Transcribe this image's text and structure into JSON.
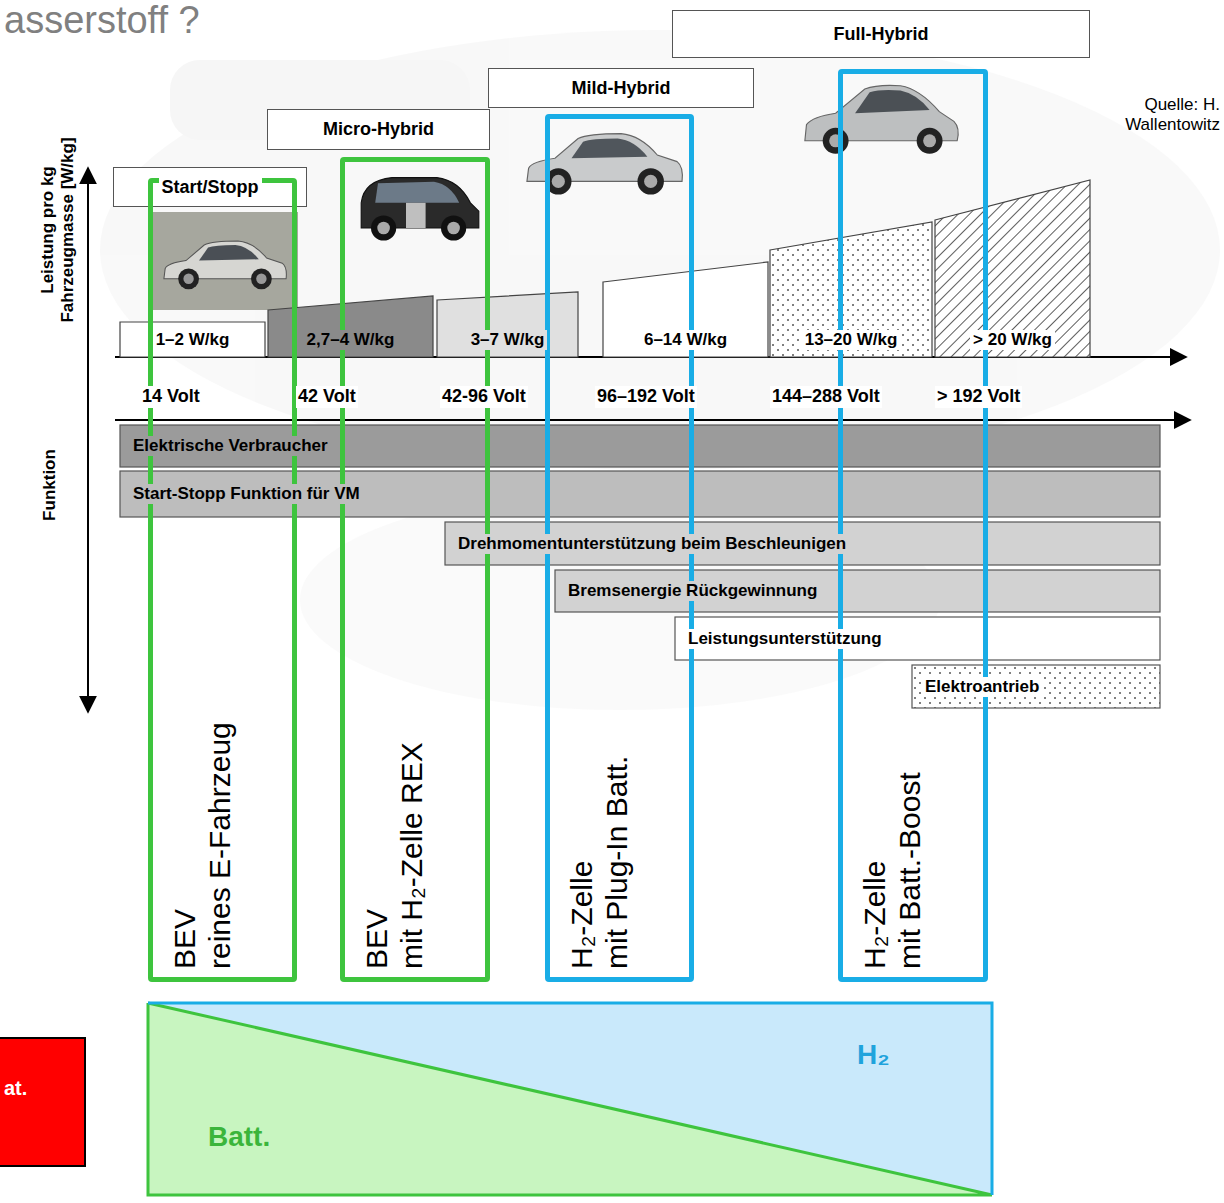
{
  "diagram": {
    "title": "asserstoff ?",
    "nodes": [
      {
        "text": [
          "Start/Stopp"
        ]
      },
      {
        "text": [
          "Micro-Hybrid"
        ]
      },
      {
        "text": [
          "Mild-Hybrid"
        ]
      },
      {
        "text": [
          "Full-Hybrid"
        ]
      },
      {
        "text": [
          "1–2 W/kg"
        ]
      },
      {
        "text": [
          "2,7–4 W/kg"
        ]
      },
      {
        "text": [
          "3–7 W/kg"
        ]
      },
      {
        "text": [
          "6–14 W/kg"
        ]
      },
      {
        "text": [
          "13–20 W/kg"
        ]
      },
      {
        "text": [
          "> 20 W/kg"
        ]
      },
      {
        "text": [
          "Elektrische Verbraucher"
        ]
      },
      {
        "text": [
          "Start-Stopp Funktion für VM"
        ]
      },
      {
        "text": [
          "Drehmomentunterstützung beim Beschleunigen"
        ]
      },
      {
        "text": [
          "Bremsenergie Rückgewinnung"
        ]
      },
      {
        "text": [
          "Leistungsunterstützung"
        ]
      },
      {
        "text": [
          "Elektroantrieb"
        ]
      },
      {
        "text": [
          "BEV",
          "reines E-Fahrzeug"
        ]
      },
      {
        "text": [
          "BEV",
          "mit H₂-Zelle REX"
        ]
      },
      {
        "text": [
          "H₂-Zelle",
          "mit Plug-In Batt."
        ]
      },
      {
        "text": [
          "H₂-Zelle",
          "mit Batt.-Boost"
        ]
      },
      {
        "text": [
          "Batt.",
          "H₂"
        ]
      },
      {
        "text": [
          "at."
        ]
      }
    ],
    "labels": [
      "Quelle: H. Wallentowitz",
      "Leistung pro kg Fahrzeugmasse [W/kg]",
      "Funktion",
      "14 Volt",
      "42 Volt",
      "42-96 Volt",
      "96–192 Volt",
      "144–288 Volt",
      "> 192 Volt"
    ]
  }
}
